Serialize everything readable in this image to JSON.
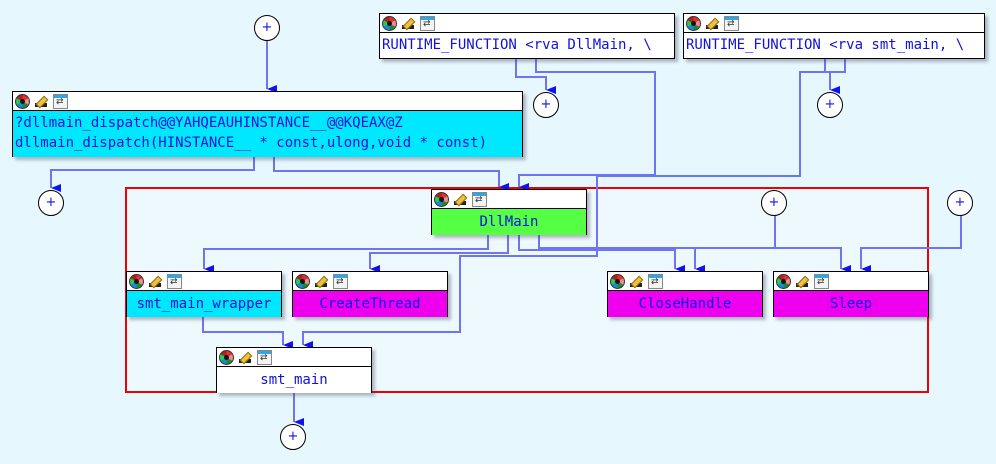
{
  "view": "proximity-browser",
  "colors": {
    "background": "#e6f7fe",
    "group_frame": "#f00000",
    "edge": "#6f74f5",
    "arrow": "#1010f0",
    "text": "#1010e0",
    "cyan_node": "#00e8ff",
    "green_node": "#55ff44",
    "magenta_node": "#ee00ee",
    "white_node": "#ffffff"
  },
  "header_icons": [
    "palette-icon",
    "edit-icon",
    "graph-icon"
  ],
  "collapsed_label": "+",
  "nodes": {
    "rf_dllmain": {
      "lines": [
        "RUNTIME_FUNCTION <rva DllMain, \\"
      ]
    },
    "rf_smt_main": {
      "lines": [
        "RUNTIME_FUNCTION <rva smt_main, \\"
      ]
    },
    "dllmain_dispatch": {
      "lines": [
        "?dllmain_dispatch@@YAHQEAUHINSTANCE__@@KQEAX@Z",
        "dllmain_dispatch(HINSTANCE__ * const,ulong,void * const)"
      ]
    },
    "dllmain": {
      "lines": [
        "DllMain"
      ]
    },
    "smt_main_wrapper": {
      "lines": [
        "smt_main_wrapper"
      ]
    },
    "create_thread": {
      "lines": [
        "CreateThread"
      ]
    },
    "close_handle": {
      "lines": [
        "CloseHandle"
      ]
    },
    "sleep": {
      "lines": [
        "Sleep"
      ]
    },
    "smt_main": {
      "lines": [
        "smt_main"
      ]
    }
  }
}
